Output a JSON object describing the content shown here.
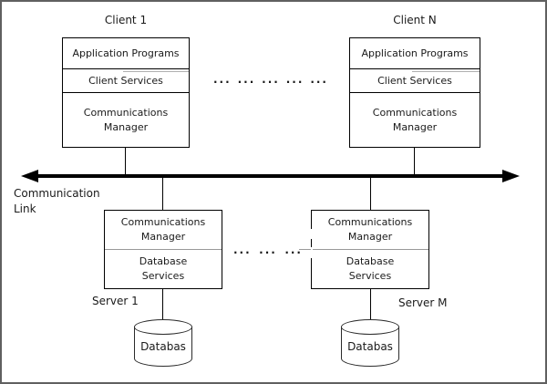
{
  "diagram": {
    "colors": {
      "frame": "#606060",
      "line": "#000000",
      "gray_divider": "#999999",
      "text": "#1a1a1a"
    },
    "clients": [
      {
        "title": "Client 1",
        "layers": [
          "Application Programs",
          "Client Services",
          "Communications\nManager"
        ]
      },
      {
        "title": "Client N",
        "layers": [
          "Application Programs",
          "Client Services",
          "Communications\nManager"
        ]
      }
    ],
    "client_ellipsis": [
      "...",
      "...",
      "...",
      "...",
      "..."
    ],
    "link": {
      "label": "Communication\nLink"
    },
    "servers": [
      {
        "title": "Server 1",
        "layers": [
          "Communications\nManager",
          "Database\nServices"
        ],
        "database_label": "Databas"
      },
      {
        "title": "Server M",
        "layers": [
          "Communications\nManager",
          "Database\nServices"
        ],
        "database_label": "Databas"
      }
    ],
    "server_ellipsis": [
      "...",
      "...",
      "..."
    ]
  }
}
